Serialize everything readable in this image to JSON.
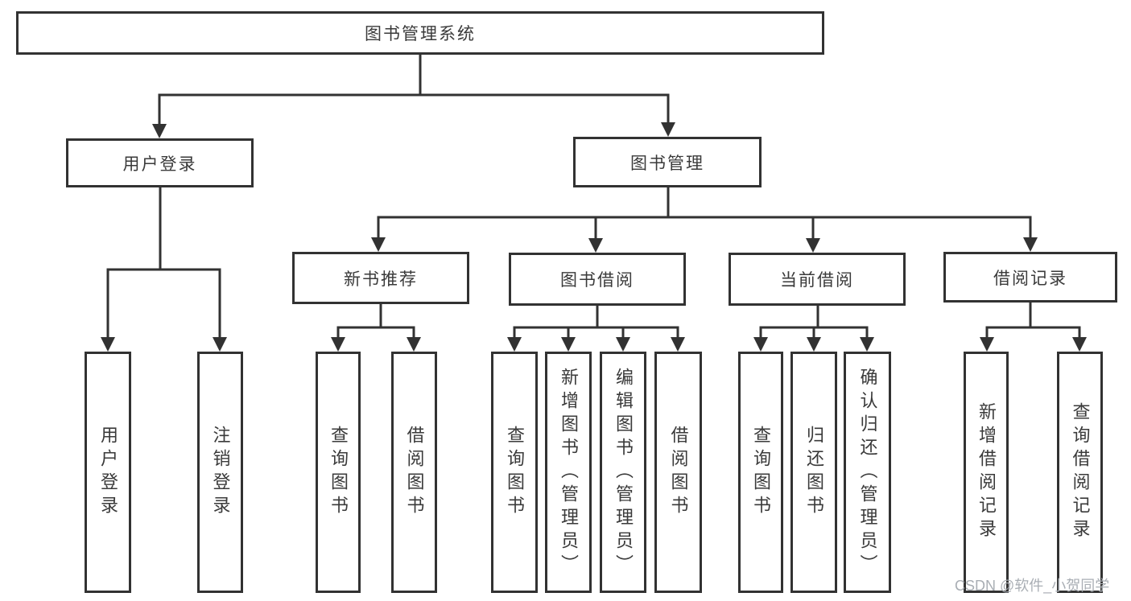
{
  "diagram": {
    "root": {
      "label": "图书管理系统"
    },
    "branches": {
      "user_login": {
        "label": "用户登录",
        "children": [
          {
            "label": "用户登录"
          },
          {
            "label": "注销登录"
          }
        ]
      },
      "book_management": {
        "label": "图书管理",
        "children": [
          {
            "label": "新书推荐",
            "children": [
              {
                "label": "查询图书"
              },
              {
                "label": "借阅图书"
              }
            ]
          },
          {
            "label": "图书借阅",
            "children": [
              {
                "label": "查询图书"
              },
              {
                "label": "新增图书（管理员）"
              },
              {
                "label": "编辑图书（管理员）"
              },
              {
                "label": "借阅图书"
              }
            ]
          },
          {
            "label": "当前借阅",
            "children": [
              {
                "label": "查询图书"
              },
              {
                "label": "归还图书"
              },
              {
                "label": "确认归还（管理员）"
              }
            ]
          },
          {
            "label": "借阅记录",
            "children": [
              {
                "label": "新增借阅记录"
              },
              {
                "label": "查询借阅记录"
              }
            ]
          }
        ]
      }
    },
    "watermark": "CSDN @软件_小贺同学",
    "colors": {
      "line": "#323232",
      "box_border": "#323232",
      "text": "#3a3a3a",
      "watermark": "#a9aeb4",
      "background": "#ffffff"
    }
  }
}
